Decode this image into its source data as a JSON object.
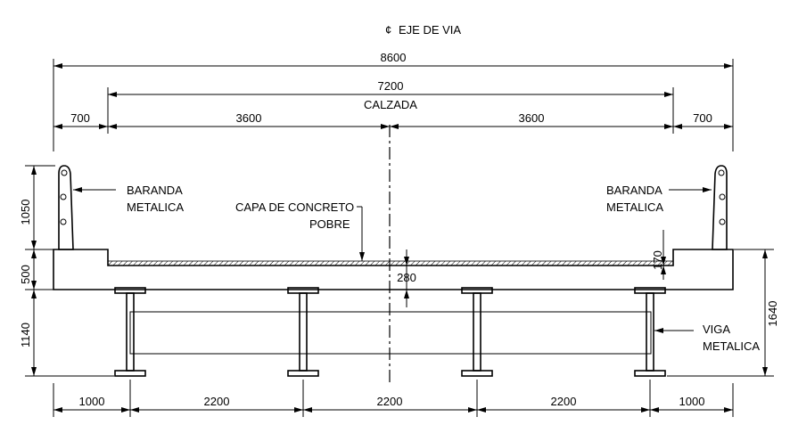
{
  "centerline": {
    "symbol": "¢",
    "label": "EJE DE VIA"
  },
  "dims": {
    "overall": "8600",
    "roadway": "7200",
    "roadway_label": "CALZADA",
    "sidewalk_left": "700",
    "lane_left": "3600",
    "lane_right": "3600",
    "sidewalk_right": "700",
    "rail_height": "1050",
    "deck_depth": "500",
    "girder_depth": "1140",
    "total_depth": "1640",
    "pavement_thk": "170",
    "slab_thk": "280",
    "bottom": [
      "1000",
      "2200",
      "2200",
      "2200",
      "1000"
    ]
  },
  "labels": {
    "railing_left": [
      "BARANDA",
      "METALICA"
    ],
    "railing_right": [
      "BARANDA",
      "METALICA"
    ],
    "overlay": [
      "CAPA DE CONCRETO",
      "POBRE"
    ],
    "girder": [
      "VIGA",
      "METALICA"
    ]
  }
}
